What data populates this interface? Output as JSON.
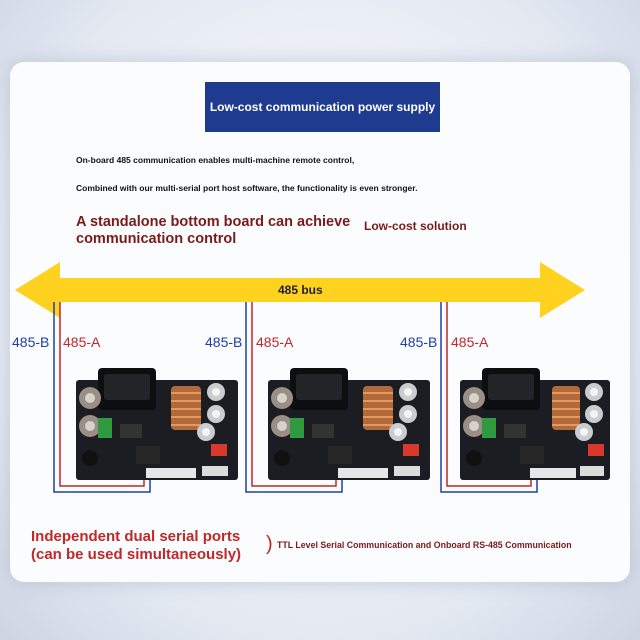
{
  "title": "Low-cost communication power supply",
  "description": [
    "On-board 485 communication enables multi-machine remote control,",
    "Combined with our multi-serial port host software, the functionality is even stronger."
  ],
  "headline": [
    "A standalone bottom board can achieve",
    "communication control"
  ],
  "tagline": "Low-cost solution",
  "bus_label": "485 bus",
  "wire_labels": {
    "b": "485-B",
    "a": "485-A"
  },
  "bottom": {
    "red": [
      "Independent dual serial ports",
      "(can be used simultaneously)"
    ],
    "paren": ")",
    "note": "TTL Level Serial Communication and Onboard RS-485 Communication"
  },
  "colors": {
    "bus": "#ffd21f",
    "wire_b": "#1e3ea8",
    "wire_a": "#c0282a",
    "title_bg": "#1f3b8f"
  },
  "icons": [
    "double-arrow-bus",
    "circuit-board"
  ]
}
